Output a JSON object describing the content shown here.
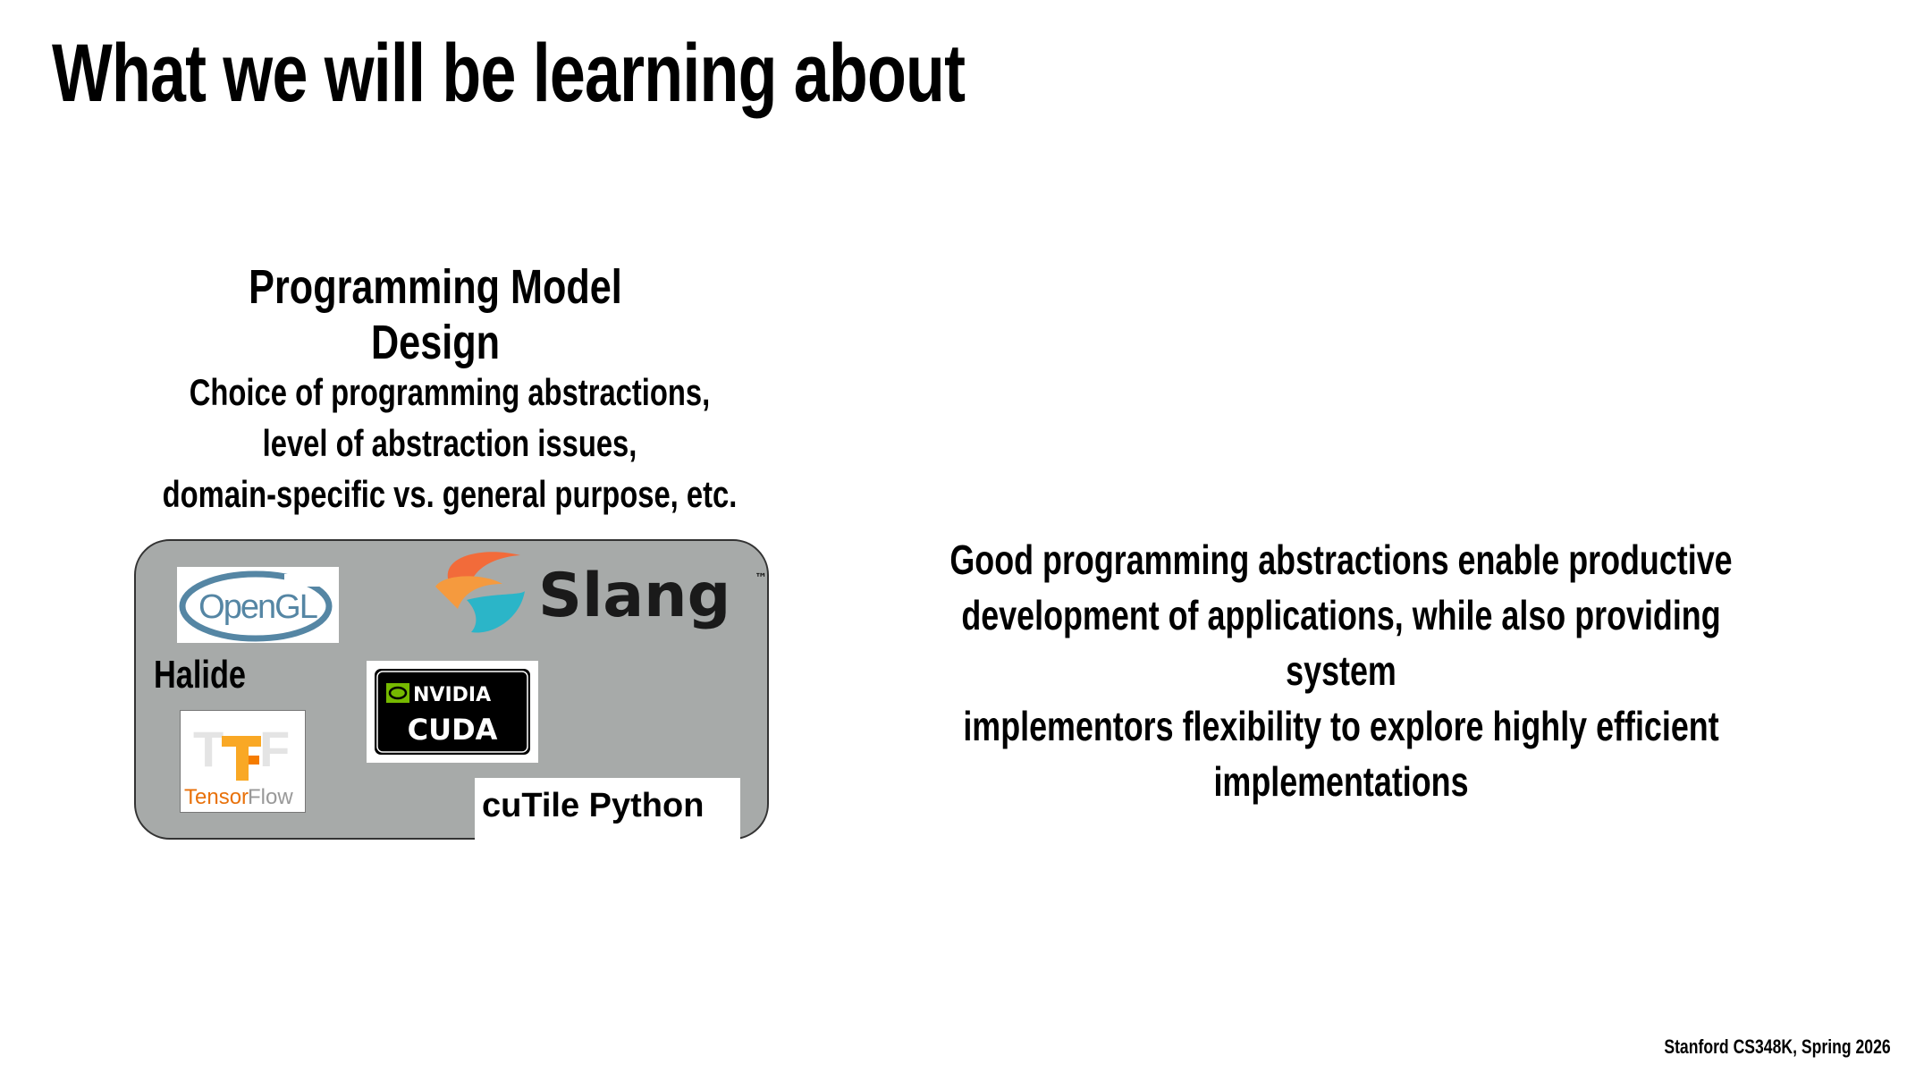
{
  "slide": {
    "title": "What we will be learning about",
    "section_title": "Programming Model Design",
    "description_lines": [
      "Choice of programming abstractions,",
      "level of abstraction issues,",
      "domain-specific vs. general purpose, etc."
    ],
    "right_paragraph_lines": [
      "Good programming abstractions enable productive",
      "development of applications, while also providing system",
      "implementors flexibility to explore highly efficient",
      "implementations"
    ],
    "footer": "Stanford CS348K, Spring 2026"
  },
  "logos": {
    "opengl": "OpenGL",
    "slang": "Slang",
    "slang_tm": "™",
    "halide": "Halide",
    "nvidia": "NVIDIA",
    "cuda": "CUDA",
    "tensorflow_a": "Tensor",
    "tensorflow_b": "Flow",
    "cutile": "cuTile Python"
  },
  "colors": {
    "box_bg": "#a7aaa9",
    "opengl_blue": "#5586a4",
    "slang_orange": "#f26b3a",
    "slang_teal": "#2bb5c8",
    "nvidia_green": "#76b900",
    "tf_orange": "#f57c00"
  }
}
